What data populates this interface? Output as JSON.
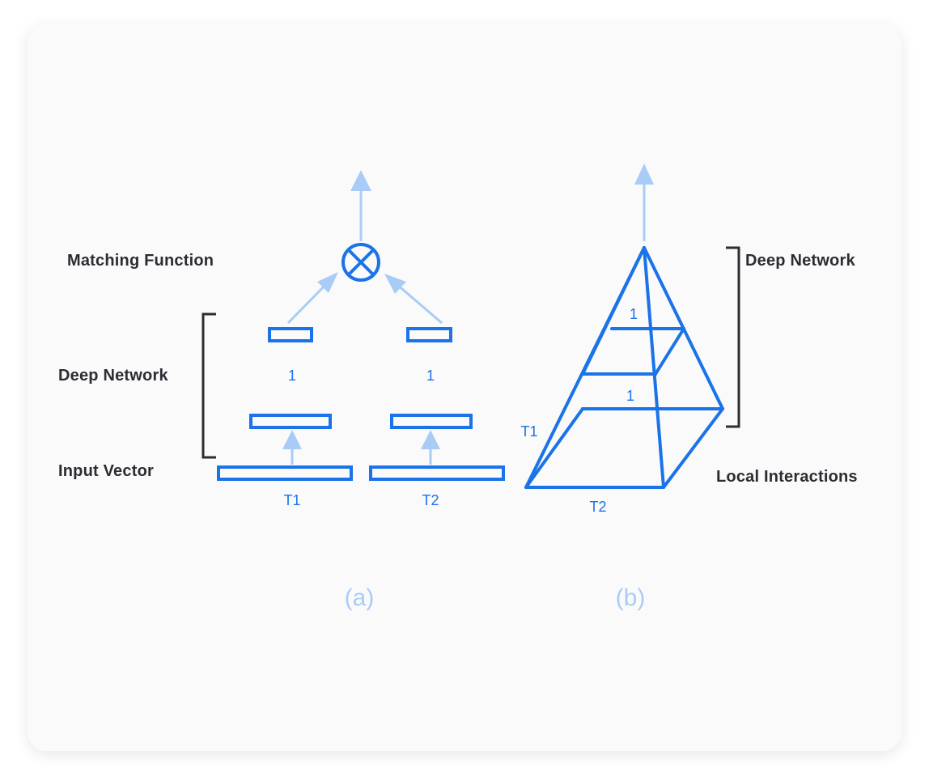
{
  "colors": {
    "primary_blue": "#1a73e8",
    "light_blue": "#a9ccf7",
    "dark_text": "#2b2d33",
    "card_background": "#fafafa"
  },
  "panel_a": {
    "matching_function_label": "Matching Function",
    "deep_network_label": "Deep Network",
    "input_vector_label": "Input Vector",
    "left_layer_number": "1",
    "right_layer_number": "1",
    "left_input_label": "T1",
    "right_input_label": "T2",
    "caption": "(a)"
  },
  "panel_b": {
    "deep_network_label": "Deep Network",
    "local_interactions_label": "Local Interactions",
    "upper_layer_number": "1",
    "lower_layer_number": "1",
    "side_label": "T1",
    "bottom_label": "T2",
    "caption": "(b)"
  }
}
